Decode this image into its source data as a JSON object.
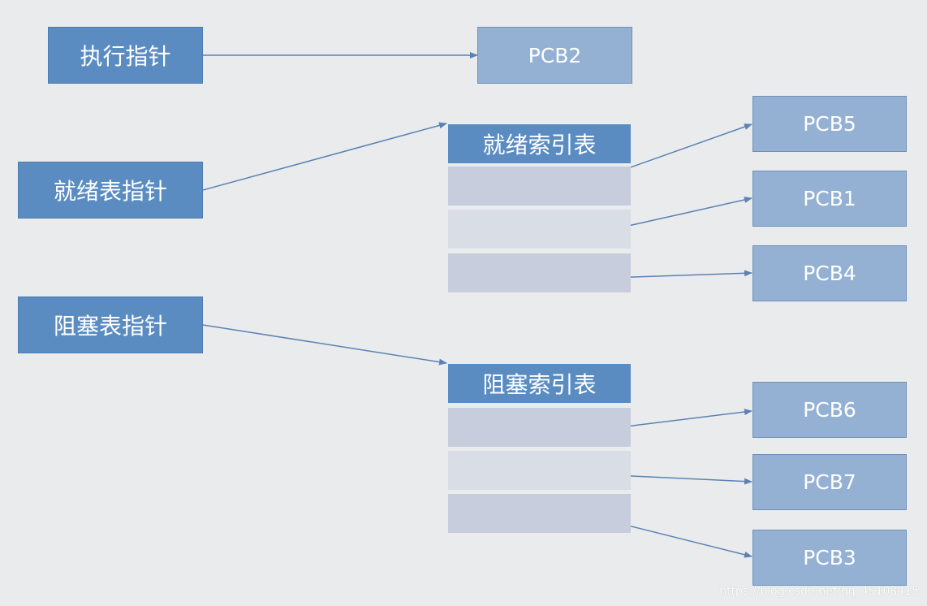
{
  "pointers": {
    "running": "执行指针",
    "ready": "就绪表指针",
    "blocked": "阻塞表指针"
  },
  "tables": {
    "ready_title": "就绪索引表",
    "blocked_title": "阻塞索引表"
  },
  "pcbs": {
    "running": "PCB2",
    "ready": [
      "PCB5",
      "PCB1",
      "PCB4"
    ],
    "blocked": [
      "PCB6",
      "PCB7",
      "PCB3"
    ]
  },
  "watermark": "https://blog.csdn.net/qq_45108415",
  "colors": {
    "background": "#eaebec",
    "pointer_box": "#5a8cc2",
    "pcb_box": "#94b1d3",
    "row_dark": "#c7cddc",
    "row_light": "#d9dde6",
    "arrow": "#5b82b4"
  }
}
